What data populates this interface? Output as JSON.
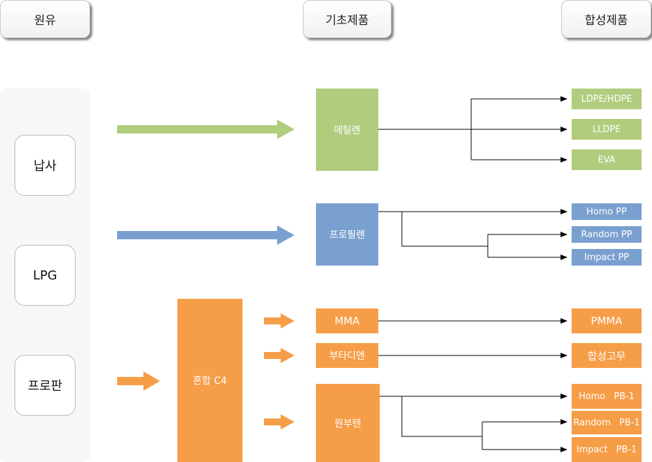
{
  "headers": {
    "raw": "원유",
    "basic": "기초제품",
    "synthetic": "합성제품"
  },
  "raw_materials": [
    "납사",
    "LPG",
    "프로판"
  ],
  "mixed": {
    "label": "혼합 C4"
  },
  "basic_products": {
    "ethylene": "에틸렌",
    "propylene": "프로필렌",
    "mma": "MMA",
    "butadiene": "부타디엔",
    "butene": "원부텐"
  },
  "synthetic_products": {
    "ethylene": [
      "LDPE/HDPE",
      "LLDPE",
      "EVA"
    ],
    "propylene": [
      "Homo PP",
      "Random PP",
      "Impact PP"
    ],
    "mma": "PMMA",
    "butadiene": "합성고무",
    "butene": [
      "Homo   PB-1",
      "Random   PB-1",
      "Impact   PB-1"
    ]
  },
  "colors": {
    "ethylene_green": "#b0cd7e",
    "propylene_blue": "#7aa0d0",
    "c4_orange": "#f69d48"
  }
}
